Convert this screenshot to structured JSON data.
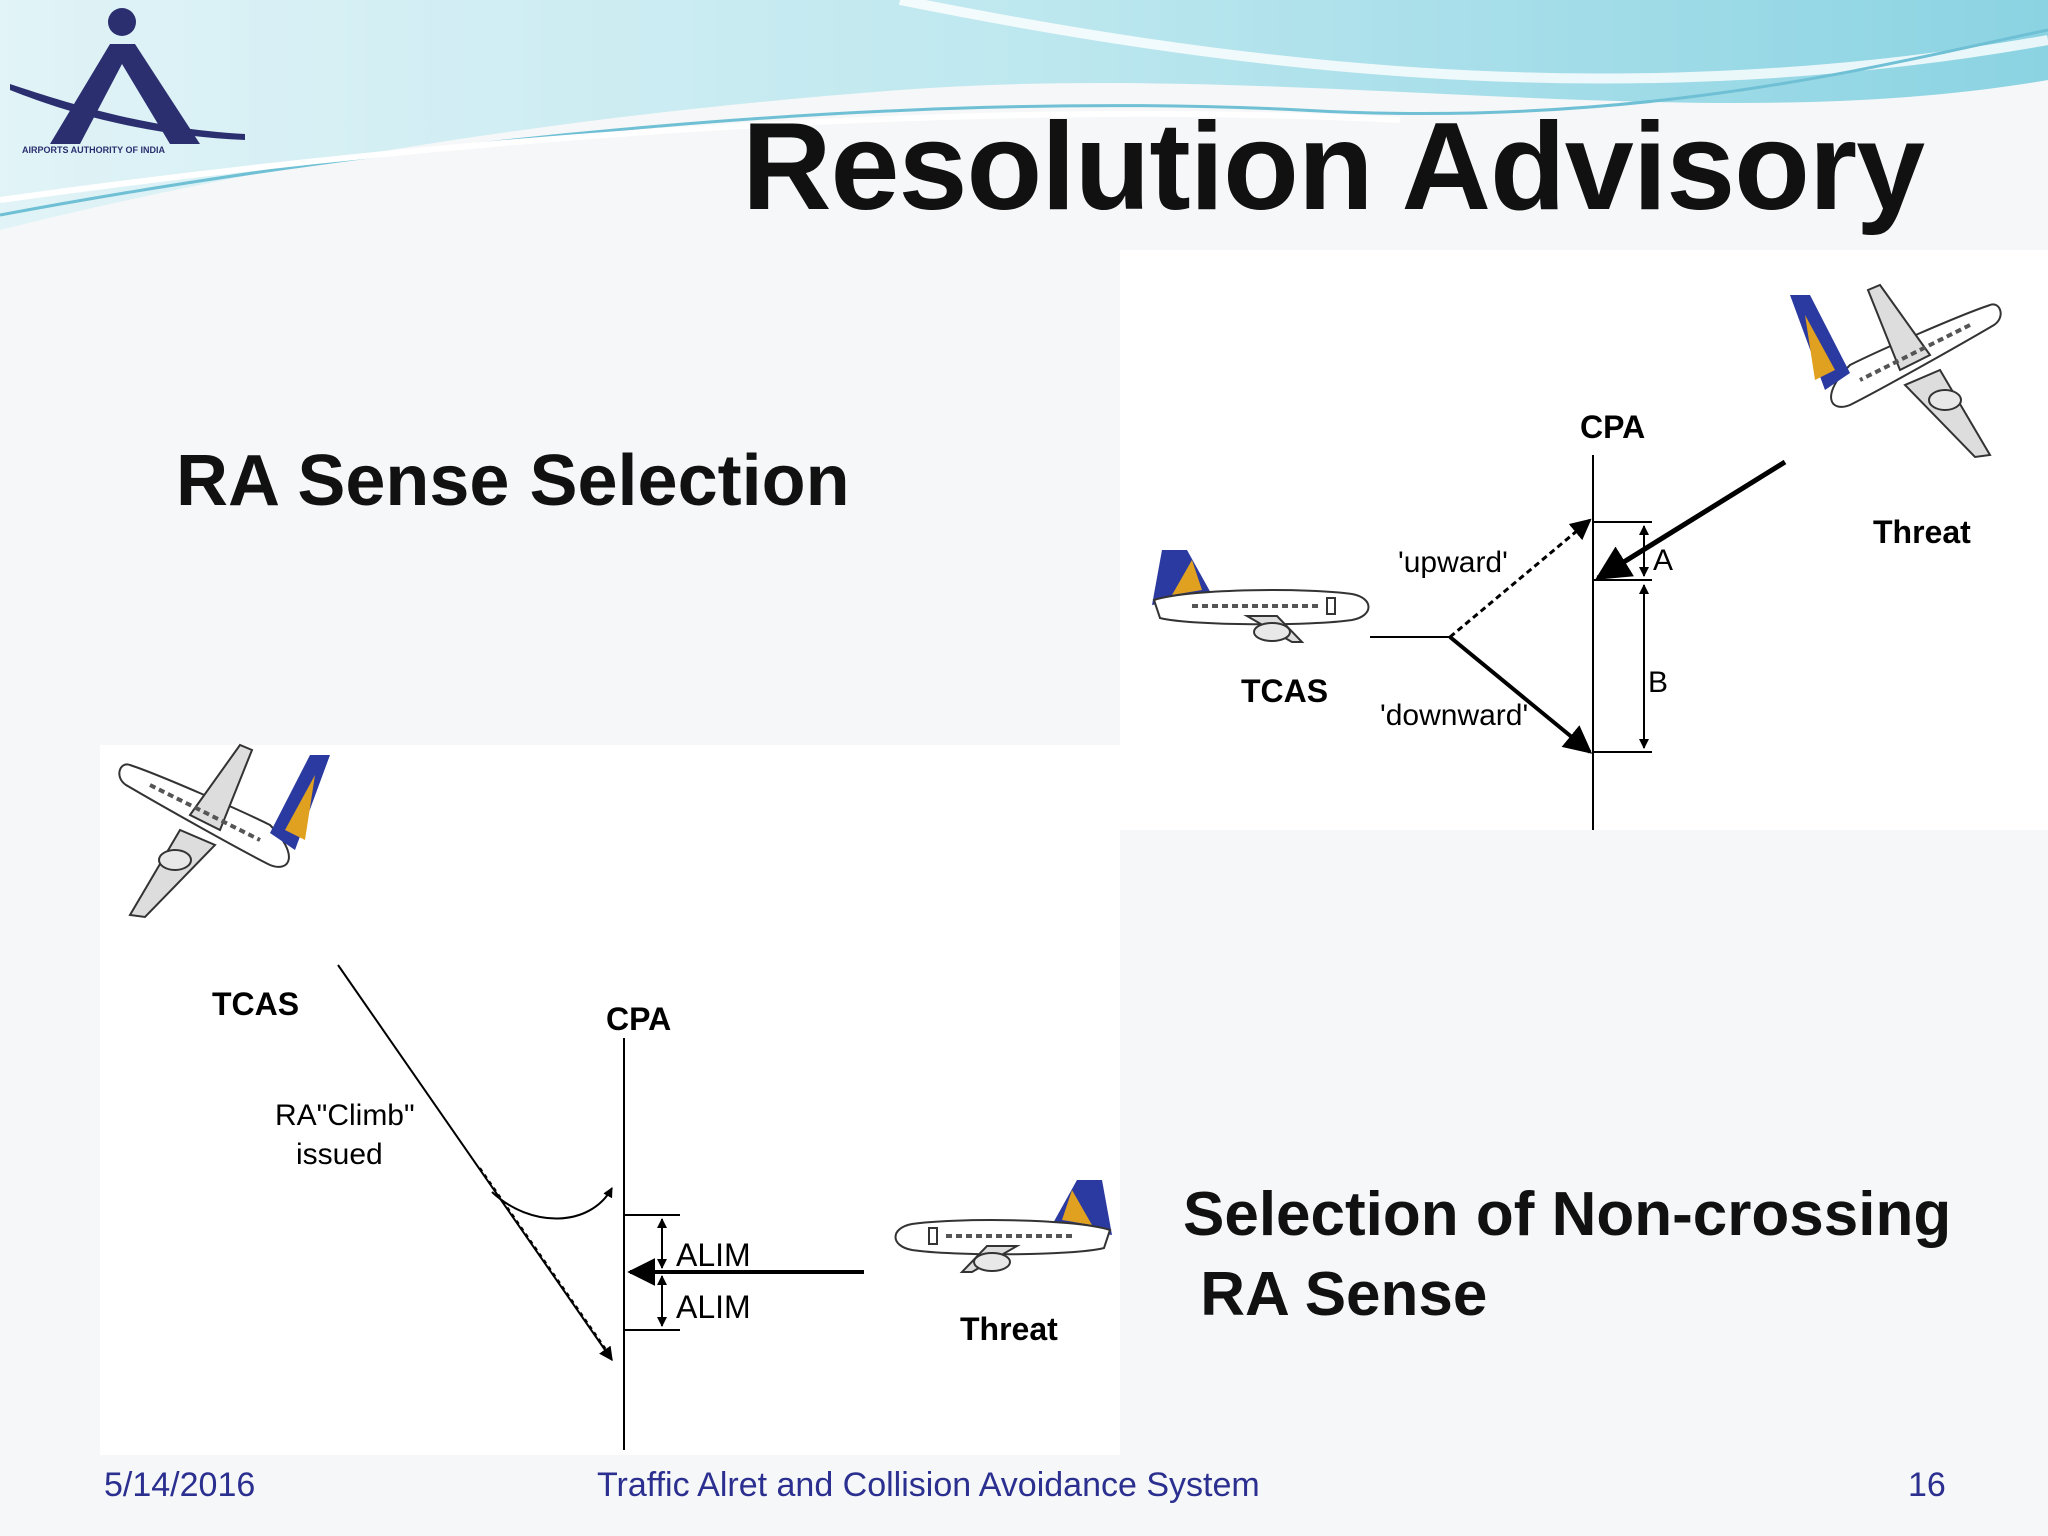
{
  "slide": {
    "title": "Resolution Advisory",
    "heading_sense": "RA Sense Selection",
    "heading_noncross_line1": "Selection of Non-crossing",
    "heading_noncross_line2": " RA Sense"
  },
  "logo": {
    "caption": "AIRPORTS AUTHORITY OF INDIA",
    "icon": "aai-logo-icon"
  },
  "diagram_top": {
    "cpa": "CPA",
    "threat": "Threat",
    "tcas": "TCAS",
    "upward": "'upward'",
    "downward": "'downward'",
    "a": "A",
    "b": "B"
  },
  "diagram_bottom": {
    "tcas": "TCAS",
    "cpa": "CPA",
    "ra_line1": "RA\"Climb\"",
    "ra_line2": "issued",
    "alim_upper": "ALIM",
    "alim_lower": "ALIM",
    "threat": "Threat"
  },
  "footer": {
    "date": "5/14/2016",
    "system": "Traffic Alret and Collision Avoidance System",
    "page": "16"
  },
  "colors": {
    "accent": "#2b2f8f",
    "wave": "#a9dde8",
    "tail_blue": "#2b3aa0",
    "tail_gold": "#e0a020"
  }
}
